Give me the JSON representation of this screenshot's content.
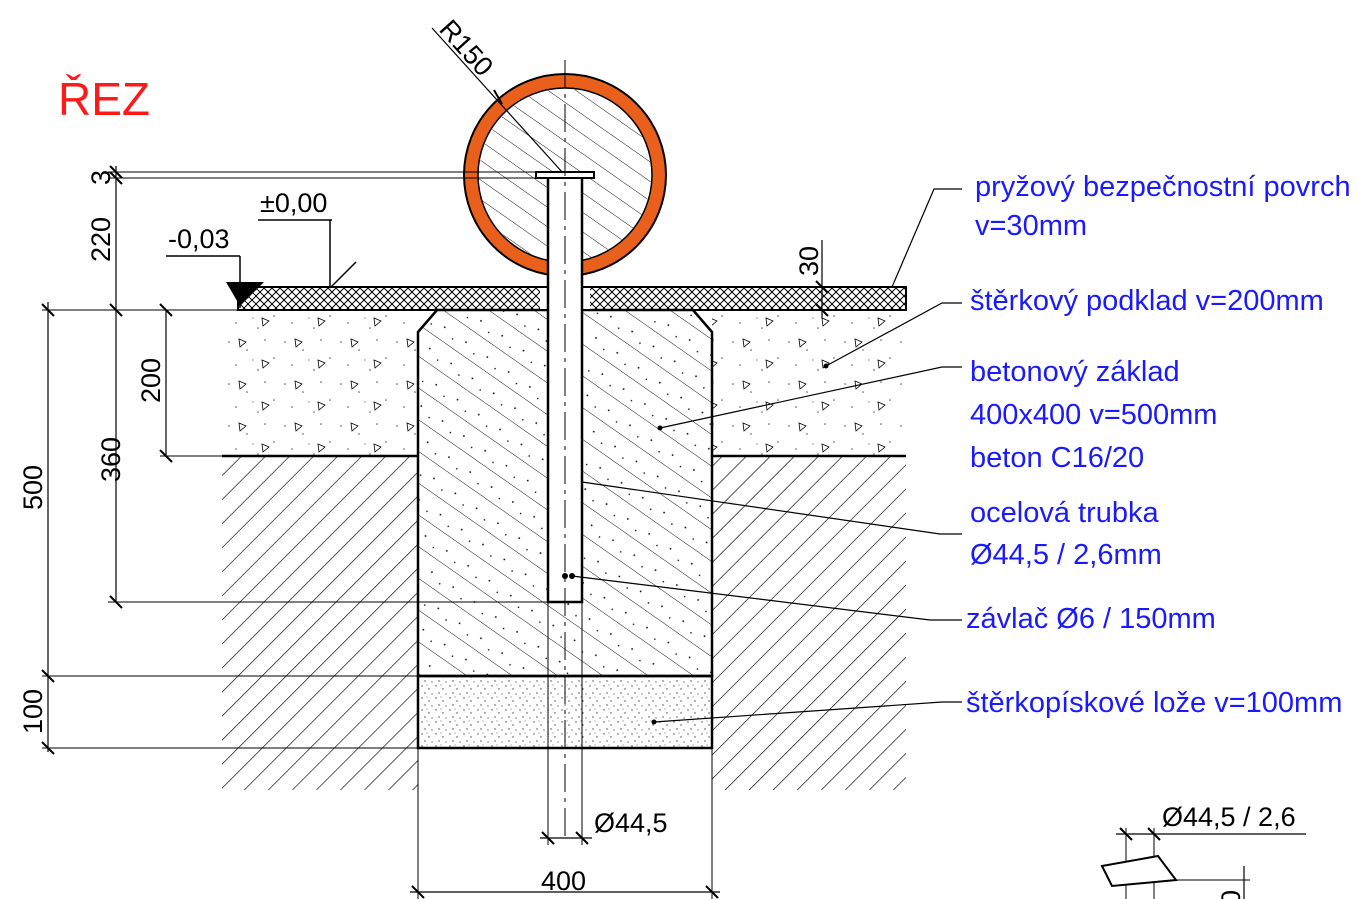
{
  "title": "ŘEZ",
  "levels": {
    "top": "±0,00",
    "side": "-0,03"
  },
  "dimensions": {
    "radius": "R150",
    "d3": "3",
    "d220": "220",
    "d30": "30",
    "d200": "200",
    "d360": "360",
    "d500": "500",
    "d100": "100",
    "pipe": "Ø44,5",
    "width": "400",
    "detail_pipe": "Ø44,5 / 2,6"
  },
  "labels": {
    "surface_1": "pryžový bezpečnostní povrch",
    "surface_2": "v=30mm",
    "gravel": "štěrkový podklad v=200mm",
    "foundation_1": "betonový základ",
    "foundation_2": "400x400 v=500mm",
    "foundation_3": "beton C16/20",
    "tube_1": "ocelová trubka",
    "tube_2": "Ø44,5 / 2,6mm",
    "pin": "závlač Ø6 / 150mm",
    "bed": "štěrkopískové lože v=100mm"
  },
  "colors": {
    "title": "#ff1a1a",
    "labels": "#1a1aff",
    "ring": "#e8601c",
    "lines": "#000000"
  }
}
